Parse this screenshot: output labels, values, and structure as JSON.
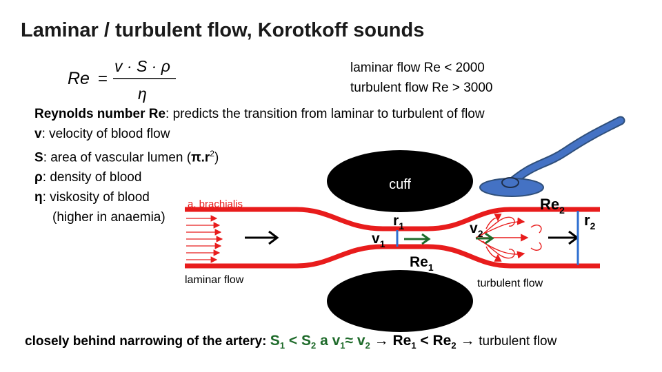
{
  "title": "Laminar / turbulent flow, Korotkoff sounds",
  "formula": {
    "lhs": "Re",
    "numerator": "v · S · ρ",
    "denominator": "η"
  },
  "ranges": {
    "laminar": "laminar flow Re < 2000",
    "turbulent": "turbulent flow Re > 3000"
  },
  "definitions": {
    "reynolds_term": "Reynolds number Re",
    "reynolds_desc": ": predicts the transition from laminar to turbulent of flow",
    "v_term": "v",
    "v_desc": ": velocity of blood flow",
    "s_term": "S",
    "s_desc_pre": ": area of vascular lumen (",
    "s_pi": "π",
    "s_r": ".r",
    "s_exp": "2",
    "s_close": ")",
    "rho_term": "ρ",
    "rho_desc": ": density of blood",
    "eta_term": "η",
    "eta_desc": ": viskosity of blood",
    "eta_note": "(higher in anaemia)"
  },
  "diagram": {
    "artery_label": "a. brachialis",
    "cuff_label": "cuff",
    "laminar_label": "laminar flow",
    "turbulent_label": "turbulent flow",
    "r1": "r",
    "r1_sub": "1",
    "v1": "v",
    "v1_sub": "1",
    "re1": "Re",
    "re1_sub": "1",
    "v2": "v",
    "v2_sub": "2",
    "re2": "Re",
    "re2_sub": "2",
    "r2": "r",
    "r2_sub": "2",
    "colors": {
      "vessel": "#e81c1c",
      "cuff": "#000000",
      "tube": "#4472c4",
      "marker": "#2e6fd1",
      "velocity": "#1f6b2b"
    }
  },
  "conclusion": {
    "intro": "closely behind narrowing of the artery:",
    "s1": "S",
    "s1_sub": "1",
    "lt1": " < ",
    "s2": "S",
    "s2_sub": "2",
    "and": " a ",
    "v1": "v",
    "v1_sub": "1",
    "approx": "≈ ",
    "v2": "v",
    "v2_sub": "2",
    "arrow1": " → ",
    "re1": "Re",
    "re1_sub": "1",
    "lt2": " < ",
    "re2": "Re",
    "re2_sub": "2",
    "arrow2": " → ",
    "result": "turbulent flow"
  }
}
